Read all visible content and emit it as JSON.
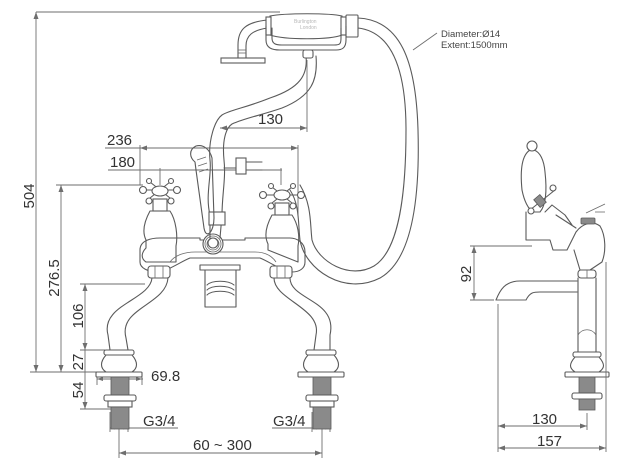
{
  "title": "Bath shower mixer technical drawing",
  "colors": {
    "line": "#5a5a5a",
    "dimension": "#6e6e6e",
    "text": "#333333",
    "background": "#ffffff"
  },
  "handset": {
    "brand_line1": "Burlington",
    "brand_line2": "London"
  },
  "hose_note": {
    "diameter": "Diameter:Ø14",
    "extent": "Extent:1500mm"
  },
  "dimensions": {
    "overall_height": "504",
    "body_height": "276.5",
    "riser_height": "106",
    "collar_height": "27",
    "shank_length": "54",
    "flange_diameter": "69.8",
    "thread_left": "G3/4",
    "thread_right": "G3/4",
    "centres": "60 ~ 300",
    "handset_offset": "130",
    "width_overall": "236",
    "width_handles": "180",
    "spout_height": "92",
    "side_projection_spout": "130",
    "side_projection_overall": "157"
  }
}
